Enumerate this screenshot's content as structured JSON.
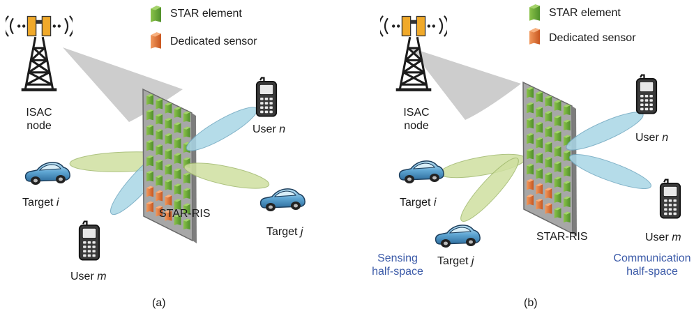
{
  "legend": {
    "star_element": "STAR element",
    "dedicated_sensor": "Dedicated sensor",
    "colors": {
      "star_element": "#6aaa3a",
      "dedicated_sensor": "#e2743a"
    }
  },
  "panels": [
    {
      "caption": "(a)",
      "isac": [
        "ISAC",
        "node"
      ],
      "ris_label": "STAR-RIS",
      "user_n": {
        "text": "User ",
        "var": "n"
      },
      "user_m": {
        "text": "User ",
        "var": "m"
      },
      "target_i": {
        "text": "Target ",
        "var": "i"
      },
      "target_j": {
        "text": "Target ",
        "var": "j"
      }
    },
    {
      "caption": "(b)",
      "isac": [
        "ISAC",
        "node"
      ],
      "ris_label": "STAR-RIS",
      "user_n": {
        "text": "User ",
        "var": "n"
      },
      "user_m": {
        "text": "User ",
        "var": "m"
      },
      "target_i": {
        "text": "Target ",
        "var": "i"
      },
      "target_j": {
        "text": "Target ",
        "var": "j"
      },
      "sensing": [
        "Sensing",
        "half-space"
      ],
      "communication": [
        "Communication",
        "half-space"
      ]
    }
  ],
  "colors": {
    "beam_green": "#cfe0a0",
    "beam_blue": "#a9d6e6",
    "half_space_text": "#3b5aa8"
  }
}
